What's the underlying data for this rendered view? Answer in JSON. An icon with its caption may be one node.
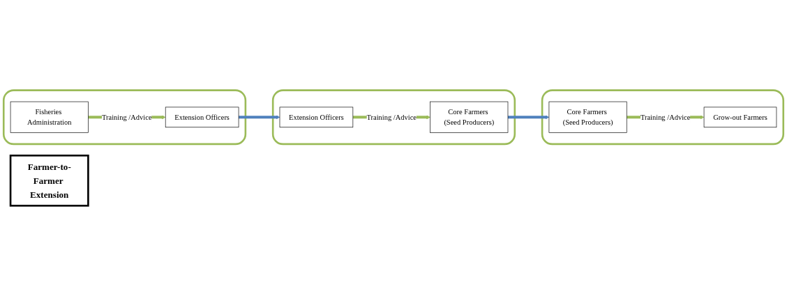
{
  "diagram": {
    "nodes": [
      {
        "text": [],
        "shape": "box"
      },
      {
        "text": [
          "Fisheries Administration"
        ],
        "in": 0
      },
      {
        "text": [
          "Extension Officers"
        ],
        "in": 0
      },
      {
        "text": [],
        "shape": "box"
      },
      {
        "text": [
          "Extension Officers"
        ],
        "in": 3
      },
      {
        "text": [
          "Core Farmers (Seed Producers)"
        ],
        "in": 3
      },
      {
        "text": [
          "Farmer-to-Farmer Extension"
        ]
      },
      {
        "text": [],
        "shape": "box"
      },
      {
        "text": [
          "Core Farmers (Seed Producers)"
        ],
        "in": 7
      },
      {
        "text": [
          "Grow-out Farmers"
        ],
        "in": 7
      }
    ],
    "edges": [
      {
        "from": 1,
        "to": 2,
        "arrow": "to",
        "label": "Training /Advice"
      },
      {
        "from": 2,
        "to": 4,
        "arrow": "to",
        "color": "#4f81bd"
      },
      {
        "from": 4,
        "to": 5,
        "arrow": "to",
        "label": "Training /Advice"
      },
      {
        "from": 5,
        "to": 8,
        "arrow": "to",
        "color": "#4f81bd"
      },
      {
        "from": 8,
        "to": 9,
        "arrow": "to",
        "label": "Training /Advice"
      }
    ]
  }
}
